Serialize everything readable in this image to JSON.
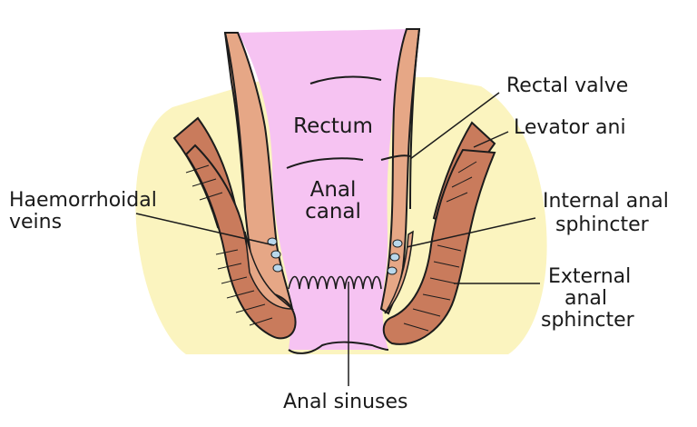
{
  "labels": {
    "rectum": "Rectum",
    "anal_canal_1": "Anal",
    "anal_canal_2": "canal",
    "rectal_valve": "Rectal valve",
    "levator_ani": "Levator ani",
    "haemorrhoidal_1": "Haemorrhoidal",
    "haemorrhoidal_2": "veins",
    "internal_1": "Internal anal",
    "internal_2": "sphincter",
    "external_1": "External",
    "external_2": "anal",
    "external_3": "sphincter",
    "anal_sinuses": "Anal sinuses"
  },
  "colors": {
    "fat": "#fbf4bf",
    "lumen": "#f6c3f2",
    "wall": "#e6a786",
    "muscle": "#c97b5c",
    "vein": "#b9d8ec",
    "outline": "#1c1c1c"
  }
}
